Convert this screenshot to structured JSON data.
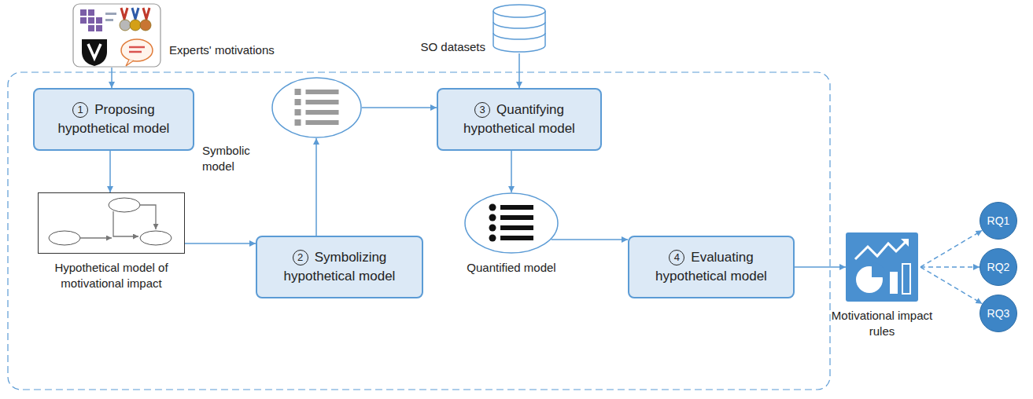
{
  "diagram": {
    "nodes": [
      {
        "text": [
          "Experts' motivations"
        ]
      },
      {
        "text": [
          "SO datasets"
        ]
      },
      {
        "text": [
          "1",
          "Proposing hypothetical model"
        ]
      },
      {
        "text": [
          "Symbolic model"
        ]
      },
      {
        "text": [
          "3",
          "Quantifying hypothetical model"
        ]
      },
      {
        "text": [
          "Hypothetical model of motivational impact"
        ]
      },
      {
        "text": [
          "2",
          "Symbolizing hypothetical model"
        ]
      },
      {
        "text": [
          "Quantified model"
        ]
      },
      {
        "text": [
          "4",
          "Evaluating hypothetical model"
        ]
      },
      {
        "text": [
          "Motivational impact rules"
        ]
      },
      {
        "text": [
          "RQ1"
        ]
      },
      {
        "text": [
          "RQ2"
        ]
      },
      {
        "text": [
          "RQ3"
        ]
      }
    ],
    "edges": [
      {
        "from": 0,
        "to": 2,
        "arrow": "to"
      },
      {
        "from": 1,
        "to": 4,
        "arrow": "to"
      },
      {
        "from": 2,
        "to": 5,
        "arrow": "to"
      },
      {
        "from": 5,
        "to": 6,
        "arrow": "to"
      },
      {
        "from": 6,
        "to": 3,
        "arrow": "to"
      },
      {
        "from": 3,
        "to": 4,
        "arrow": "to"
      },
      {
        "from": 4,
        "to": 7,
        "arrow": "to"
      },
      {
        "from": 7,
        "to": 8,
        "arrow": "to"
      },
      {
        "from": 8,
        "to": 9,
        "arrow": "to"
      },
      {
        "from": 9,
        "to": 10,
        "arrow": "to"
      },
      {
        "from": 9,
        "to": 11,
        "arrow": "to"
      },
      {
        "from": 9,
        "to": 12,
        "arrow": "to"
      }
    ]
  }
}
